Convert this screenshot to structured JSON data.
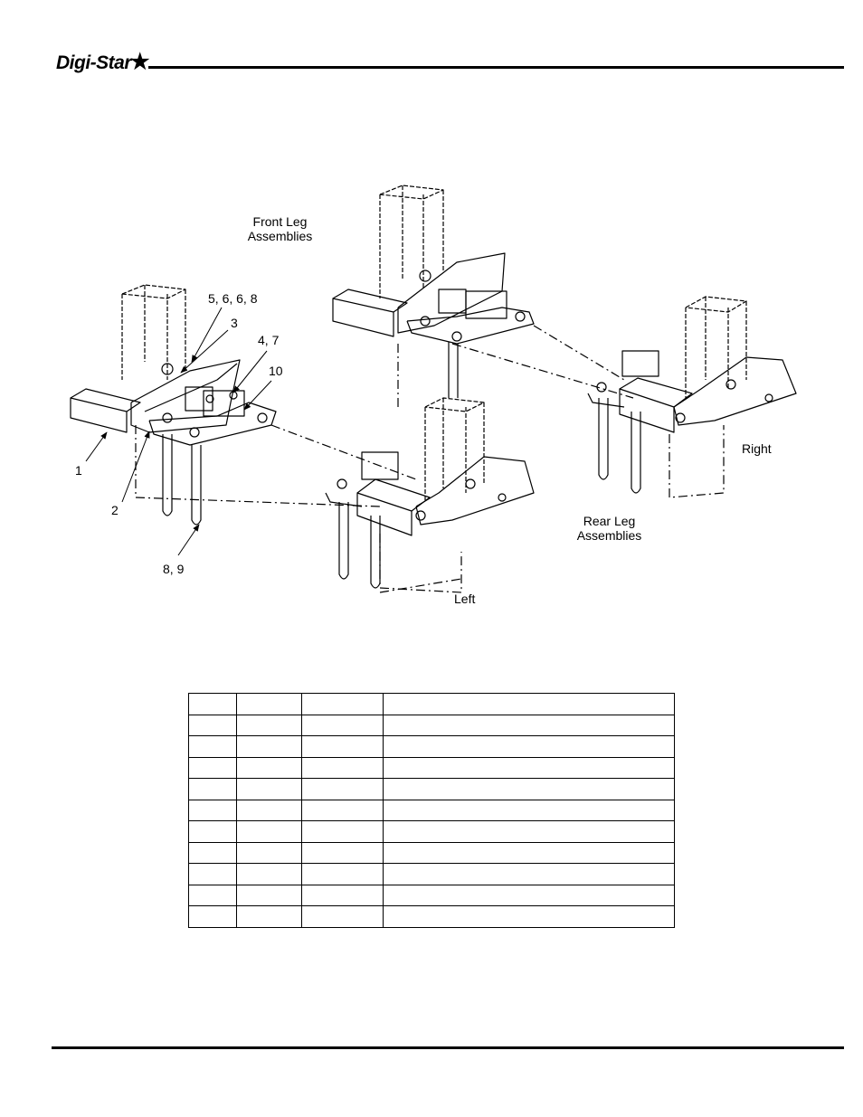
{
  "header": {
    "logo_text": "Digi-Star",
    "logo_star": "★"
  },
  "figure": {
    "labels": {
      "front_leg": "Front Leg\nAssemblies",
      "rear_leg": "Rear Leg\nAssemblies",
      "right": "Right",
      "left": "Left",
      "callout_1": "1",
      "callout_2": "2",
      "callout_3": "3",
      "callout_4_7": "4, 7",
      "callout_5_6_6_8": "5, 6, 6, 8",
      "callout_10": "10",
      "callout_8_9": "8, 9"
    }
  },
  "parts_table": {
    "rows": [
      [
        "",
        "",
        "",
        ""
      ],
      [
        "",
        "",
        "",
        ""
      ],
      [
        "",
        "",
        "",
        ""
      ],
      [
        "",
        "",
        "",
        ""
      ],
      [
        "",
        "",
        "",
        ""
      ],
      [
        "",
        "",
        "",
        ""
      ],
      [
        "",
        "",
        "",
        ""
      ],
      [
        "",
        "",
        "",
        ""
      ],
      [
        "",
        "",
        "",
        ""
      ],
      [
        "",
        "",
        "",
        ""
      ],
      [
        "",
        "",
        "",
        ""
      ]
    ]
  }
}
